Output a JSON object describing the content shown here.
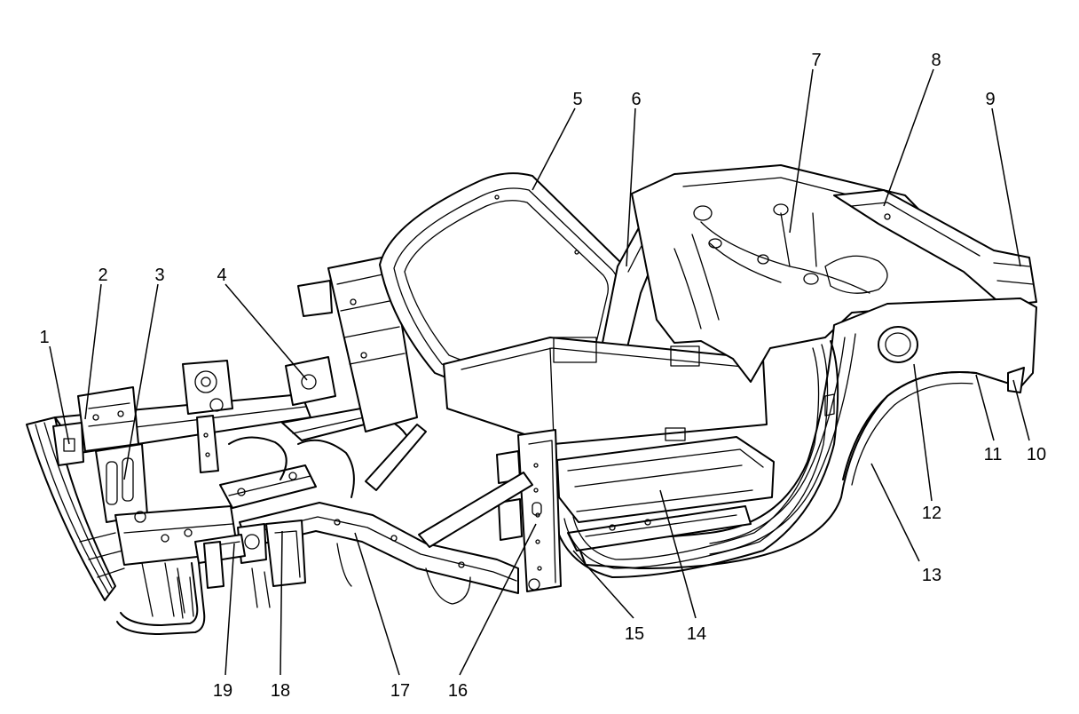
{
  "diagram": {
    "callouts": [
      {
        "id": "1",
        "label": "1"
      },
      {
        "id": "2",
        "label": "2"
      },
      {
        "id": "3",
        "label": "3"
      },
      {
        "id": "4",
        "label": "4"
      },
      {
        "id": "5",
        "label": "5"
      },
      {
        "id": "6",
        "label": "6"
      },
      {
        "id": "7",
        "label": "7"
      },
      {
        "id": "8",
        "label": "8"
      },
      {
        "id": "9",
        "label": "9"
      },
      {
        "id": "10",
        "label": "10"
      },
      {
        "id": "11",
        "label": "11"
      },
      {
        "id": "12",
        "label": "12"
      },
      {
        "id": "13",
        "label": "13"
      },
      {
        "id": "14",
        "label": "14"
      },
      {
        "id": "15",
        "label": "15"
      },
      {
        "id": "16",
        "label": "16"
      },
      {
        "id": "17",
        "label": "17"
      },
      {
        "id": "18",
        "label": "18"
      },
      {
        "id": "19",
        "label": "19"
      }
    ],
    "colors": {
      "line": "#000000",
      "background": "#ffffff"
    }
  }
}
